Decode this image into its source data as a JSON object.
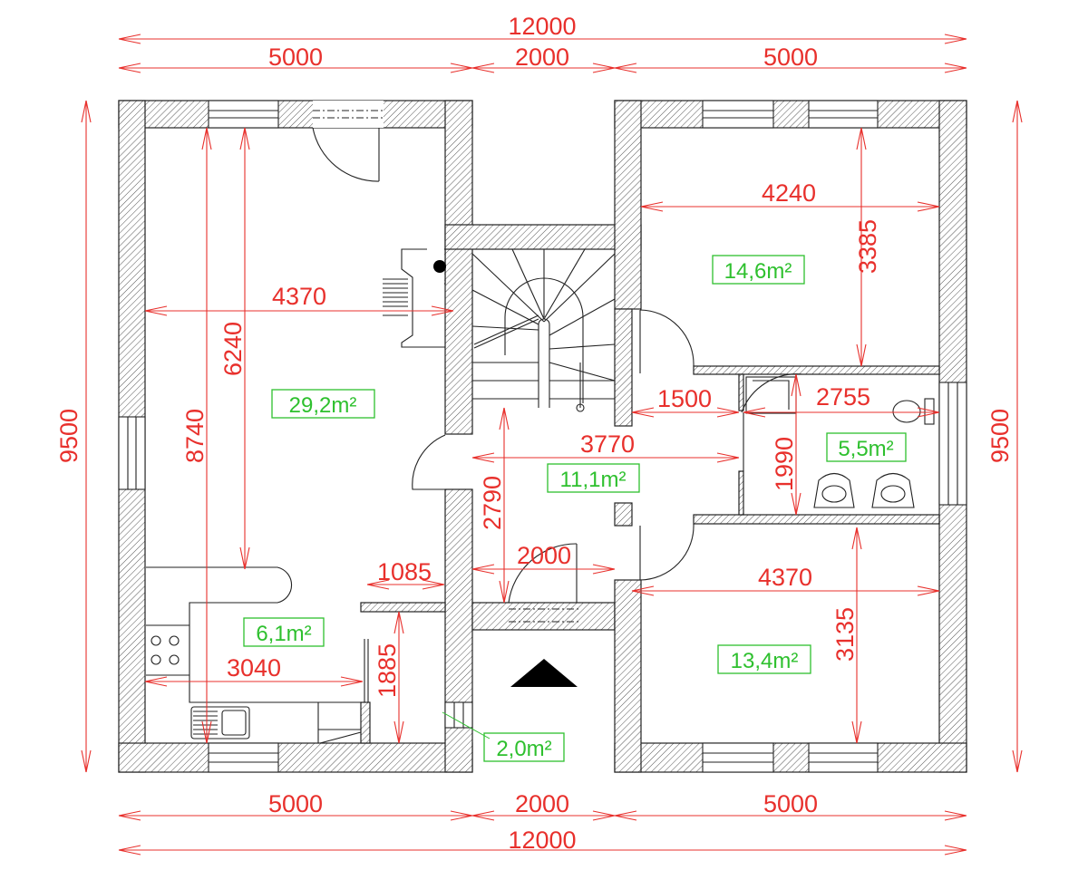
{
  "colors": {
    "dimension": "#e8302c",
    "area": "#2ec02e",
    "wall": "#222222"
  },
  "dimensions": {
    "top_total": "12000",
    "top_left": "5000",
    "top_mid": "2000",
    "top_right": "5000",
    "bottom_left": "5000",
    "bottom_mid": "2000",
    "bottom_right": "5000",
    "bottom_total": "12000",
    "left_height": "9500",
    "right_height": "9500",
    "living_width": "4370",
    "living_depth": "6240",
    "living_total_depth": "8740",
    "bed1_width": "4240",
    "bed1_depth": "3385",
    "hall_door": "1500",
    "bath_width": "2755",
    "bath_depth": "1990",
    "hall_width": "3770",
    "hall_depth": "2790",
    "entry_width": "2000",
    "kitchen_gap": "1085",
    "bed2_width": "4370",
    "bed2_depth": "3135",
    "kitchen_width": "3040",
    "pantry_depth": "1885"
  },
  "areas": {
    "living": "29,2m²",
    "bedroom1": "14,6m²",
    "bathroom": "5,5m²",
    "hall": "11,1m²",
    "kitchen": "6,1m²",
    "bedroom2": "13,4m²",
    "pantry": "2,0m²"
  }
}
